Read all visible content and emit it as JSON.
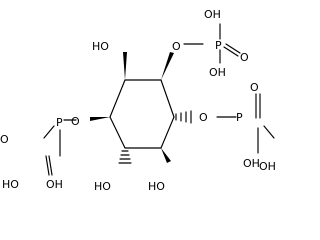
{
  "molecule": {
    "labels": {
      "hydroxyl": "HO",
      "hydroxyl_right": "OH",
      "oxygen": "O",
      "phosphorus": "P"
    }
  }
}
